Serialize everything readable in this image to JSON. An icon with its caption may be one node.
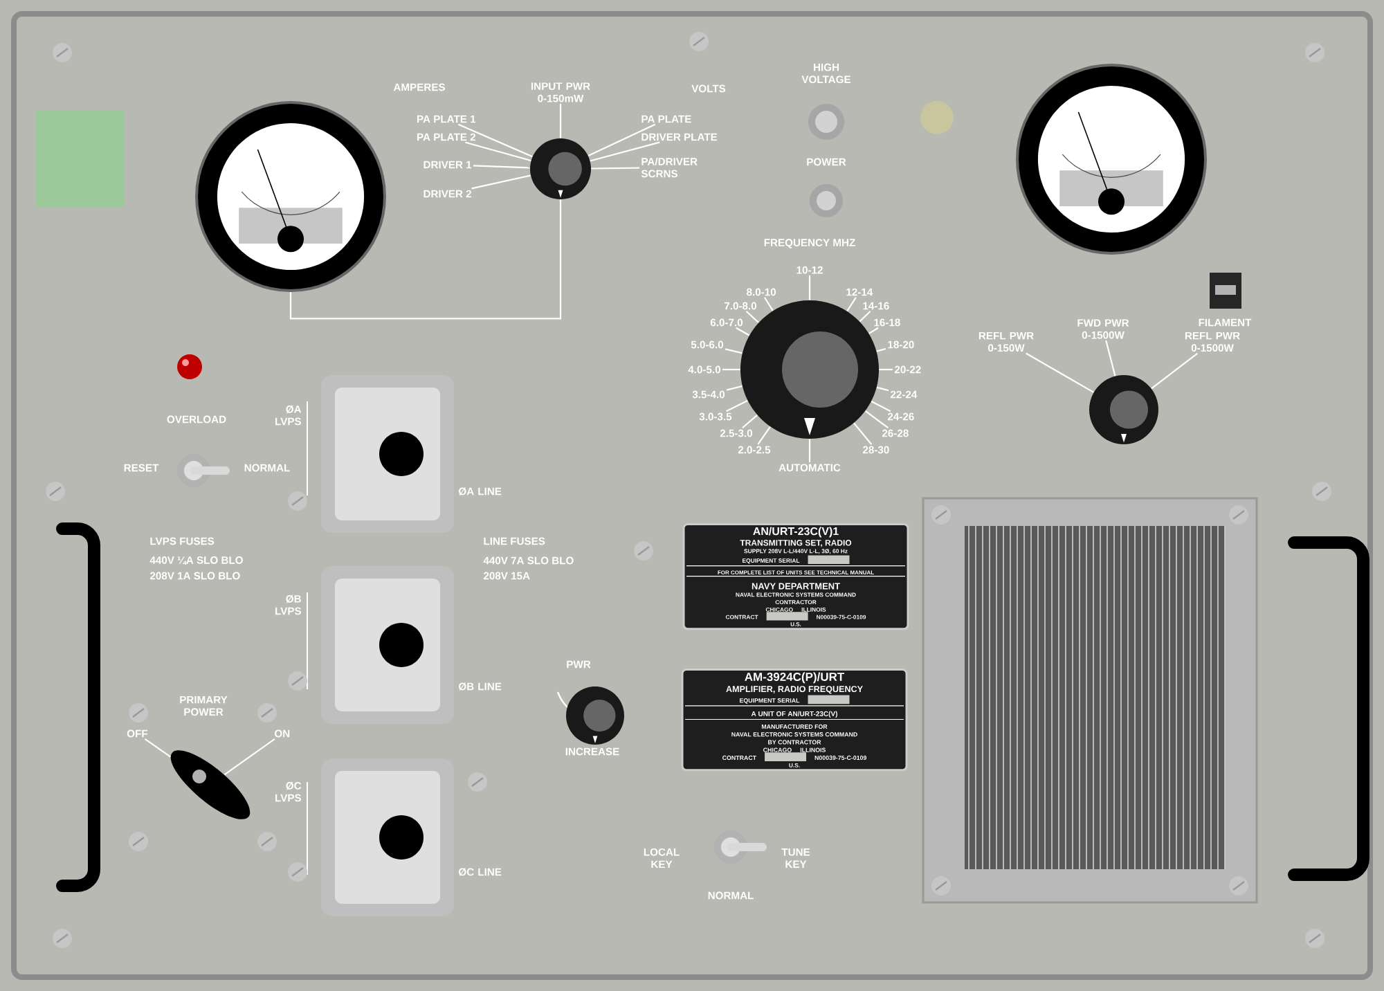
{
  "diagram": {
    "nodes": [
      {
        "text": [],
        "shape": "meter"
      },
      {
        "text": [],
        "shape": "meter"
      },
      {
        "text": [],
        "shape": "knob"
      },
      {
        "text": [
          "INPUT PWR 0-150mW"
        ]
      },
      {
        "text": [
          "PA PLATE 1"
        ]
      },
      {
        "text": [
          "PA PLATE 2"
        ]
      },
      {
        "text": [
          "DRIVER 1"
        ]
      },
      {
        "text": [
          "DRIVER 2"
        ]
      },
      {
        "text": [
          "PA PLATE"
        ]
      },
      {
        "text": [
          "DRIVER PLATE"
        ]
      },
      {
        "text": [
          "PA/DRIVER SCRNS"
        ]
      },
      {
        "text": [],
        "shape": "knob"
      },
      {
        "text": [
          "10-12"
        ]
      },
      {
        "text": [
          "12-14"
        ]
      },
      {
        "text": [
          "14-16"
        ]
      },
      {
        "text": [
          "16-18"
        ]
      },
      {
        "text": [
          "18-20"
        ]
      },
      {
        "text": [
          "20-22"
        ]
      },
      {
        "text": [
          "22-24"
        ]
      },
      {
        "text": [
          "24-26"
        ]
      },
      {
        "text": [
          "26-28"
        ]
      },
      {
        "text": [
          "28-30"
        ]
      },
      {
        "text": [
          "AUTOMATIC"
        ]
      },
      {
        "text": [
          "2.0-2.5"
        ]
      },
      {
        "text": [
          "2.5-3.0"
        ]
      },
      {
        "text": [
          "3.0-3.5"
        ]
      },
      {
        "text": [
          "3.5-4.0"
        ]
      },
      {
        "text": [
          "4.0-5.0"
        ]
      },
      {
        "text": [
          "5.0-6.0"
        ]
      },
      {
        "text": [
          "6.0-7.0"
        ]
      },
      {
        "text": [
          "7.0-8.0"
        ]
      },
      {
        "text": [
          "8.0-10"
        ]
      },
      {
        "text": [],
        "shape": "knob"
      },
      {
        "text": [
          "REFL PWR 0-150W"
        ]
      },
      {
        "text": [
          "FWD PWR 0-1500W"
        ]
      },
      {
        "text": [
          "REFL PWR 0-1500W"
        ]
      },
      {
        "text": [],
        "shape": "lever"
      },
      {
        "text": [
          "OFF"
        ]
      },
      {
        "text": [
          "ON"
        ]
      },
      {
        "text": [
          "AN/URT-23C(V)1",
          "TRANSMITTING SET, RADIO",
          "SUPPLY 208V L-L/440V L-L, 3Ø, 60 Hz",
          "EQUIPMENT SERIAL",
          "FOR COMPLETE LIST OF UNITS SEE TECHNICAL MANUAL",
          "NAVY DEPARTMENT",
          "NAVAL ELECTRONIC SYSTEMS COMMAND",
          "CONTRACTOR",
          "CHICAGO",
          "ILLINOIS",
          "CONTRACT",
          "N00039-75-C-0109",
          "U.S."
        ]
      },
      {
        "text": [
          "AM-3924C(P)/URT",
          "AMPLIFIER, RADIO FREQUENCY",
          "EQUIPMENT SERIAL",
          "A UNIT OF AN/URT-23C(V)",
          "MANUFACTURED FOR",
          "NAVAL ELECTRONIC SYSTEMS COMMAND",
          "BY CONTRACTOR",
          "CHICAGO",
          "ILLINOIS",
          "CONTRACT",
          "N00039-75-C-0109",
          "U.S."
        ]
      },
      {
        "text": [],
        "shape": "knob"
      }
    ],
    "edges": [
      {
        "from": 3,
        "to": 2,
        "arrow": "none"
      },
      {
        "from": 4,
        "to": 2,
        "arrow": "none"
      },
      {
        "from": 5,
        "to": 2,
        "arrow": "none"
      },
      {
        "from": 6,
        "to": 2,
        "arrow": "none"
      },
      {
        "from": 7,
        "to": 2,
        "arrow": "none"
      },
      {
        "from": 8,
        "to": 2,
        "arrow": "none"
      },
      {
        "from": 9,
        "to": 2,
        "arrow": "none"
      },
      {
        "from": 10,
        "to": 2,
        "arrow": "none"
      },
      {
        "from": 2,
        "to": 0,
        "arrow": "none"
      },
      {
        "from": 12,
        "to": 11,
        "arrow": "none"
      },
      {
        "from": 13,
        "to": 11,
        "arrow": "none"
      },
      {
        "from": 14,
        "to": 11,
        "arrow": "none"
      },
      {
        "from": 15,
        "to": 11,
        "arrow": "none"
      },
      {
        "from": 16,
        "to": 11,
        "arrow": "none"
      },
      {
        "from": 17,
        "to": 11,
        "arrow": "none"
      },
      {
        "from": 18,
        "to": 11,
        "arrow": "none"
      },
      {
        "from": 19,
        "to": 11,
        "arrow": "none"
      },
      {
        "from": 20,
        "to": 11,
        "arrow": "none"
      },
      {
        "from": 21,
        "to": 11,
        "arrow": "none"
      },
      {
        "from": 22,
        "to": 11,
        "arrow": "none"
      },
      {
        "from": 23,
        "to": 11,
        "arrow": "none"
      },
      {
        "from": 24,
        "to": 11,
        "arrow": "none"
      },
      {
        "from": 25,
        "to": 11,
        "arrow": "none"
      },
      {
        "from": 26,
        "to": 11,
        "arrow": "none"
      },
      {
        "from": 27,
        "to": 11,
        "arrow": "none"
      },
      {
        "from": 28,
        "to": 11,
        "arrow": "none"
      },
      {
        "from": 29,
        "to": 11,
        "arrow": "none"
      },
      {
        "from": 30,
        "to": 11,
        "arrow": "none"
      },
      {
        "from": 31,
        "to": 11,
        "arrow": "none"
      },
      {
        "from": 33,
        "to": 32,
        "arrow": "none"
      },
      {
        "from": 34,
        "to": 32,
        "arrow": "none"
      },
      {
        "from": 35,
        "to": 32,
        "arrow": "none"
      },
      {
        "from": 37,
        "to": 36,
        "arrow": "none"
      },
      {
        "from": 38,
        "to": 36,
        "arrow": "none"
      }
    ],
    "labels": [
      "AMPERES",
      "VOLTS",
      "HIGH VOLTAGE",
      "POWER",
      "FREQUENCY MHZ",
      "FILAMENT",
      "OVERLOAD",
      "RESET",
      "NORMAL",
      "ØA LVPS",
      "ØA LINE",
      "LVPS FUSES",
      "440V ¼A SLO BLO",
      "208V 1A SLO BLO",
      "LINE FUSES",
      "440V 7A SLO BLO",
      "208V 15A",
      "ØB LVPS",
      "ØB LINE",
      "PRIMARY POWER",
      "PWR",
      "INCREASE",
      "ØC LVPS",
      "ØC LINE",
      "LOCAL KEY",
      "TUNE KEY",
      "NORMAL"
    ]
  }
}
